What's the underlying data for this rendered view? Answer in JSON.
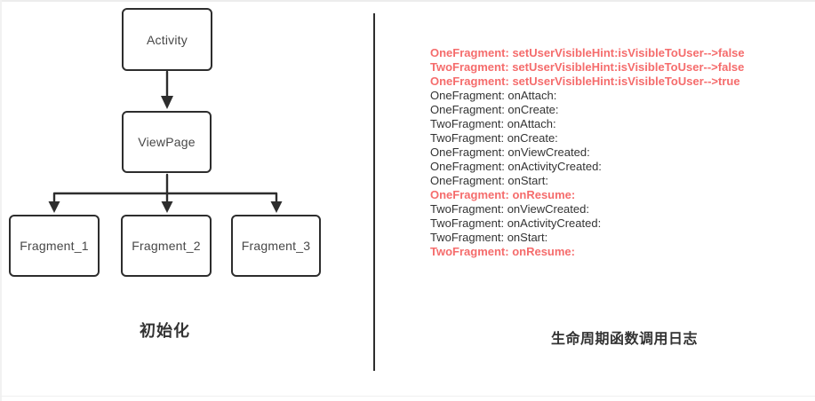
{
  "diagram": {
    "caption": "初始化",
    "nodes": {
      "activity": "Activity",
      "viewpage": "ViewPage",
      "fragment1": "Fragment_1",
      "fragment2": "Fragment_2",
      "fragment3": "Fragment_3"
    }
  },
  "log": {
    "caption": "生命周期函数调用日志",
    "lines": [
      {
        "text": "OneFragment: setUserVisibleHint:isVisibleToUser-->false",
        "highlight": true
      },
      {
        "text": "TwoFragment: setUserVisibleHint:isVisibleToUser-->false",
        "highlight": true
      },
      {
        "text": "OneFragment: setUserVisibleHint:isVisibleToUser-->true",
        "highlight": true
      },
      {
        "text": "OneFragment: onAttach:",
        "highlight": false
      },
      {
        "text": "OneFragment: onCreate:",
        "highlight": false
      },
      {
        "text": "TwoFragment: onAttach:",
        "highlight": false
      },
      {
        "text": "TwoFragment: onCreate:",
        "highlight": false
      },
      {
        "text": "OneFragment: onViewCreated:",
        "highlight": false
      },
      {
        "text": "OneFragment: onActivityCreated:",
        "highlight": false
      },
      {
        "text": "OneFragment: onStart:",
        "highlight": false
      },
      {
        "text": "OneFragment: onResume:",
        "highlight": true
      },
      {
        "text": "TwoFragment: onViewCreated:",
        "highlight": false
      },
      {
        "text": "TwoFragment: onActivityCreated:",
        "highlight": false
      },
      {
        "text": "TwoFragment: onStart:",
        "highlight": false
      },
      {
        "text": "TwoFragment: onResume:",
        "highlight": true
      }
    ]
  },
  "colors": {
    "highlight": "#f56c6c",
    "log_text": "#333333",
    "line": "#2d2d2d"
  }
}
